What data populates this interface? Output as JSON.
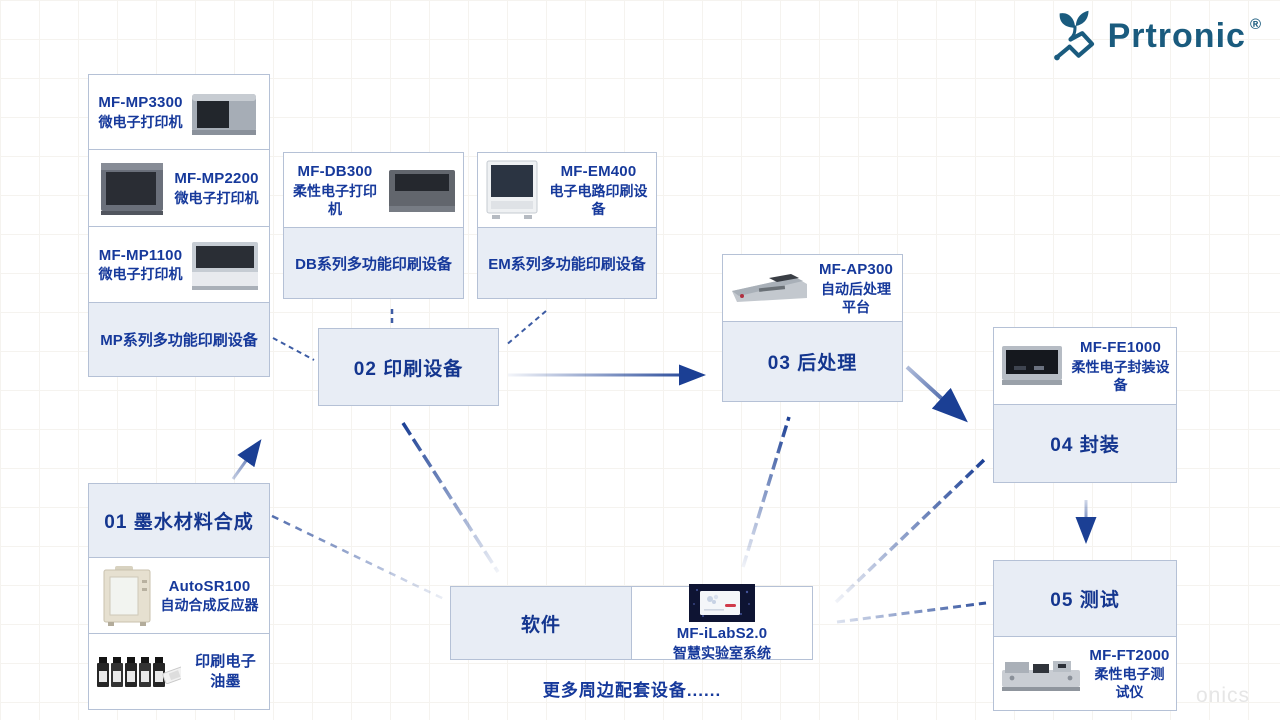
{
  "logo": {
    "brand": "Prtronic",
    "registered": "®"
  },
  "nodes": {
    "mp3300": {
      "model": "MF-MP3300",
      "name": "微电子打印机"
    },
    "mp2200": {
      "model": "MF-MP2200",
      "name": "微电子打印机"
    },
    "mp1100": {
      "model": "MF-MP1100",
      "name": "微电子打印机"
    },
    "mp_series": {
      "label": "MP系列多功能印刷设备"
    },
    "db300": {
      "model": "MF-DB300",
      "name": "柔性电子打印机"
    },
    "db_series": {
      "label": "DB系列多功能印刷设备"
    },
    "em400": {
      "model": "MF-EM400",
      "name": "电子电路印刷设备"
    },
    "em_series": {
      "label": "EM系列多功能印刷设备"
    },
    "step02": {
      "label": "02 印刷设备"
    },
    "ap300": {
      "model": "MF-AP300",
      "name": "自动后处理平台"
    },
    "step03": {
      "label": "03 后处理"
    },
    "fe1000": {
      "model": "MF-FE1000",
      "name": "柔性电子封装设备"
    },
    "step04": {
      "label": "04 封装"
    },
    "step05": {
      "label": "05 测试"
    },
    "ft2000": {
      "model": "MF-FT2000",
      "name": "柔性电子测试仪"
    },
    "step01": {
      "label": "01 墨水材料合成"
    },
    "autosr100": {
      "model": "AutoSR100",
      "name": "自动合成反应器"
    },
    "ink": {
      "label": "印刷电子油墨"
    },
    "software": {
      "label": "软件"
    },
    "ilab": {
      "model": "MF-iLabS2.0",
      "name": "智慧实验室系统"
    }
  },
  "footer": {
    "more": "更多周边配套设备......",
    "watermark": "onics"
  },
  "colors": {
    "accent_text": "#16399b",
    "box_fill": "#e8edf5",
    "box_border": "#b5c1d6",
    "arrow": "#1b3f94",
    "logo": "#1a5b7e"
  }
}
